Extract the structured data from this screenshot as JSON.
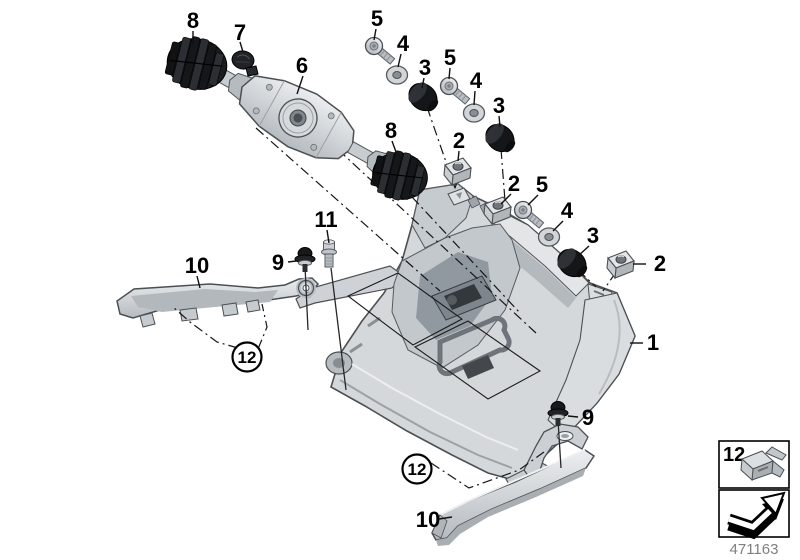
{
  "diagram": {
    "callouts": {
      "grommet_left": "8",
      "cap_nut": "7",
      "lock_actuator": "6",
      "screw_a": "5",
      "washer_a": "4",
      "damper_a": "3",
      "screw_b": "5",
      "washer_b": "4",
      "damper_b": "3",
      "grommet_right": "8",
      "clip_a": "2",
      "clip_b": "2",
      "screw_c": "5",
      "washer_c": "4",
      "damper_c": "3",
      "clip_c": "2",
      "carrier": "1",
      "bolt": "11",
      "rivet_upper": "9",
      "rivet_lower": "9",
      "rail_upper": "10",
      "rail_lower": "10",
      "clip_ref_upper": "12",
      "clip_ref_lower": "12"
    },
    "legend": {
      "item_number": "12",
      "icons": [
        "spring-clip-icon",
        "mounting-direction-arrow-icon"
      ],
      "drawing_number": "471163"
    },
    "colors": {
      "background": "#ffffff",
      "part_fill": "#d5d8db",
      "part_outline": "#4b5055",
      "rubber_dark": "#17191c",
      "label_text": "#000000",
      "drawing_number_text": "#7d7f82"
    }
  }
}
